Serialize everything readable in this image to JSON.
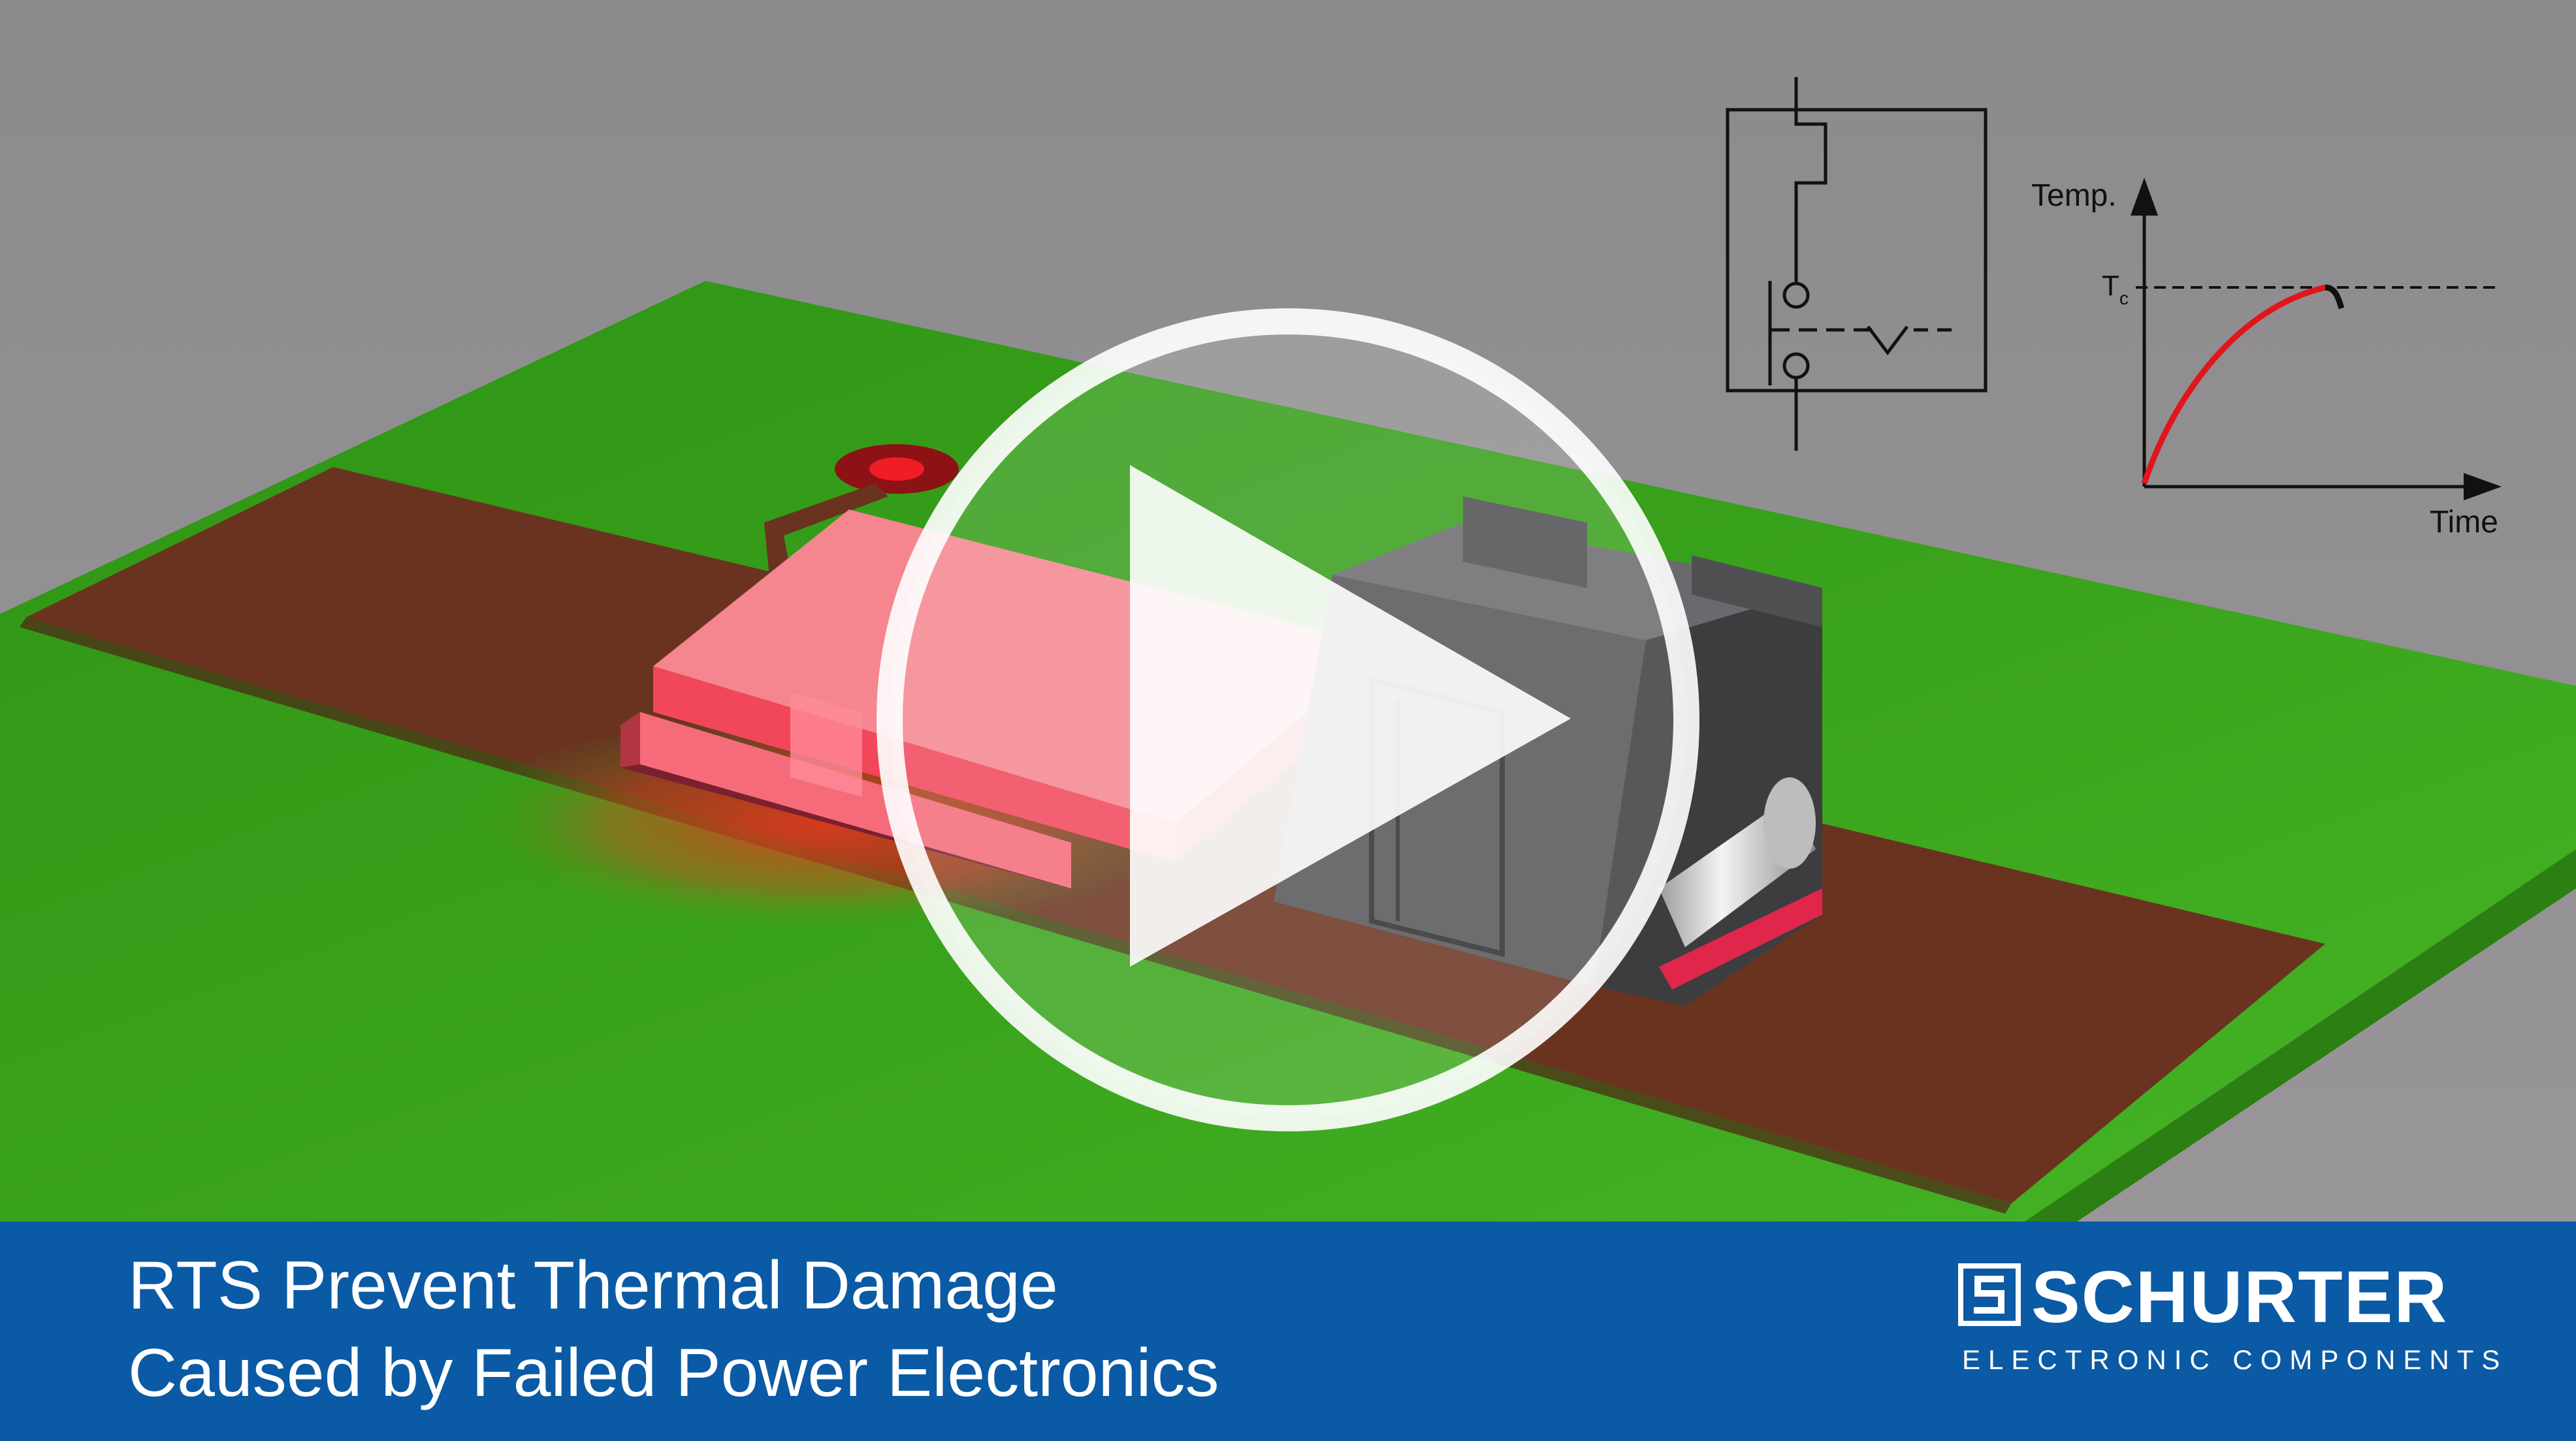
{
  "video": {
    "title_line_1": "RTS Prevent Thermal Damage",
    "title_line_2": "Caused by Failed Power Electronics",
    "play_button": "play"
  },
  "brand": {
    "name": "SCHURTER",
    "tagline": "ELECTRONIC COMPONENTS",
    "logo_icon": "schurter-s-logo-icon"
  },
  "diagram": {
    "temp_label": "Temp.",
    "time_label": "Time",
    "tc_label": "T",
    "tc_subscript": "c"
  },
  "colors": {
    "background": "#8f8d8f",
    "board_green": "#3ea91e",
    "trace_brown": "#6a3320",
    "heated_component": "#f2465a",
    "inductor_gray": "#4a4a4c",
    "footer_blue": "#0b5aa5",
    "curve_red": "#e0161c"
  }
}
